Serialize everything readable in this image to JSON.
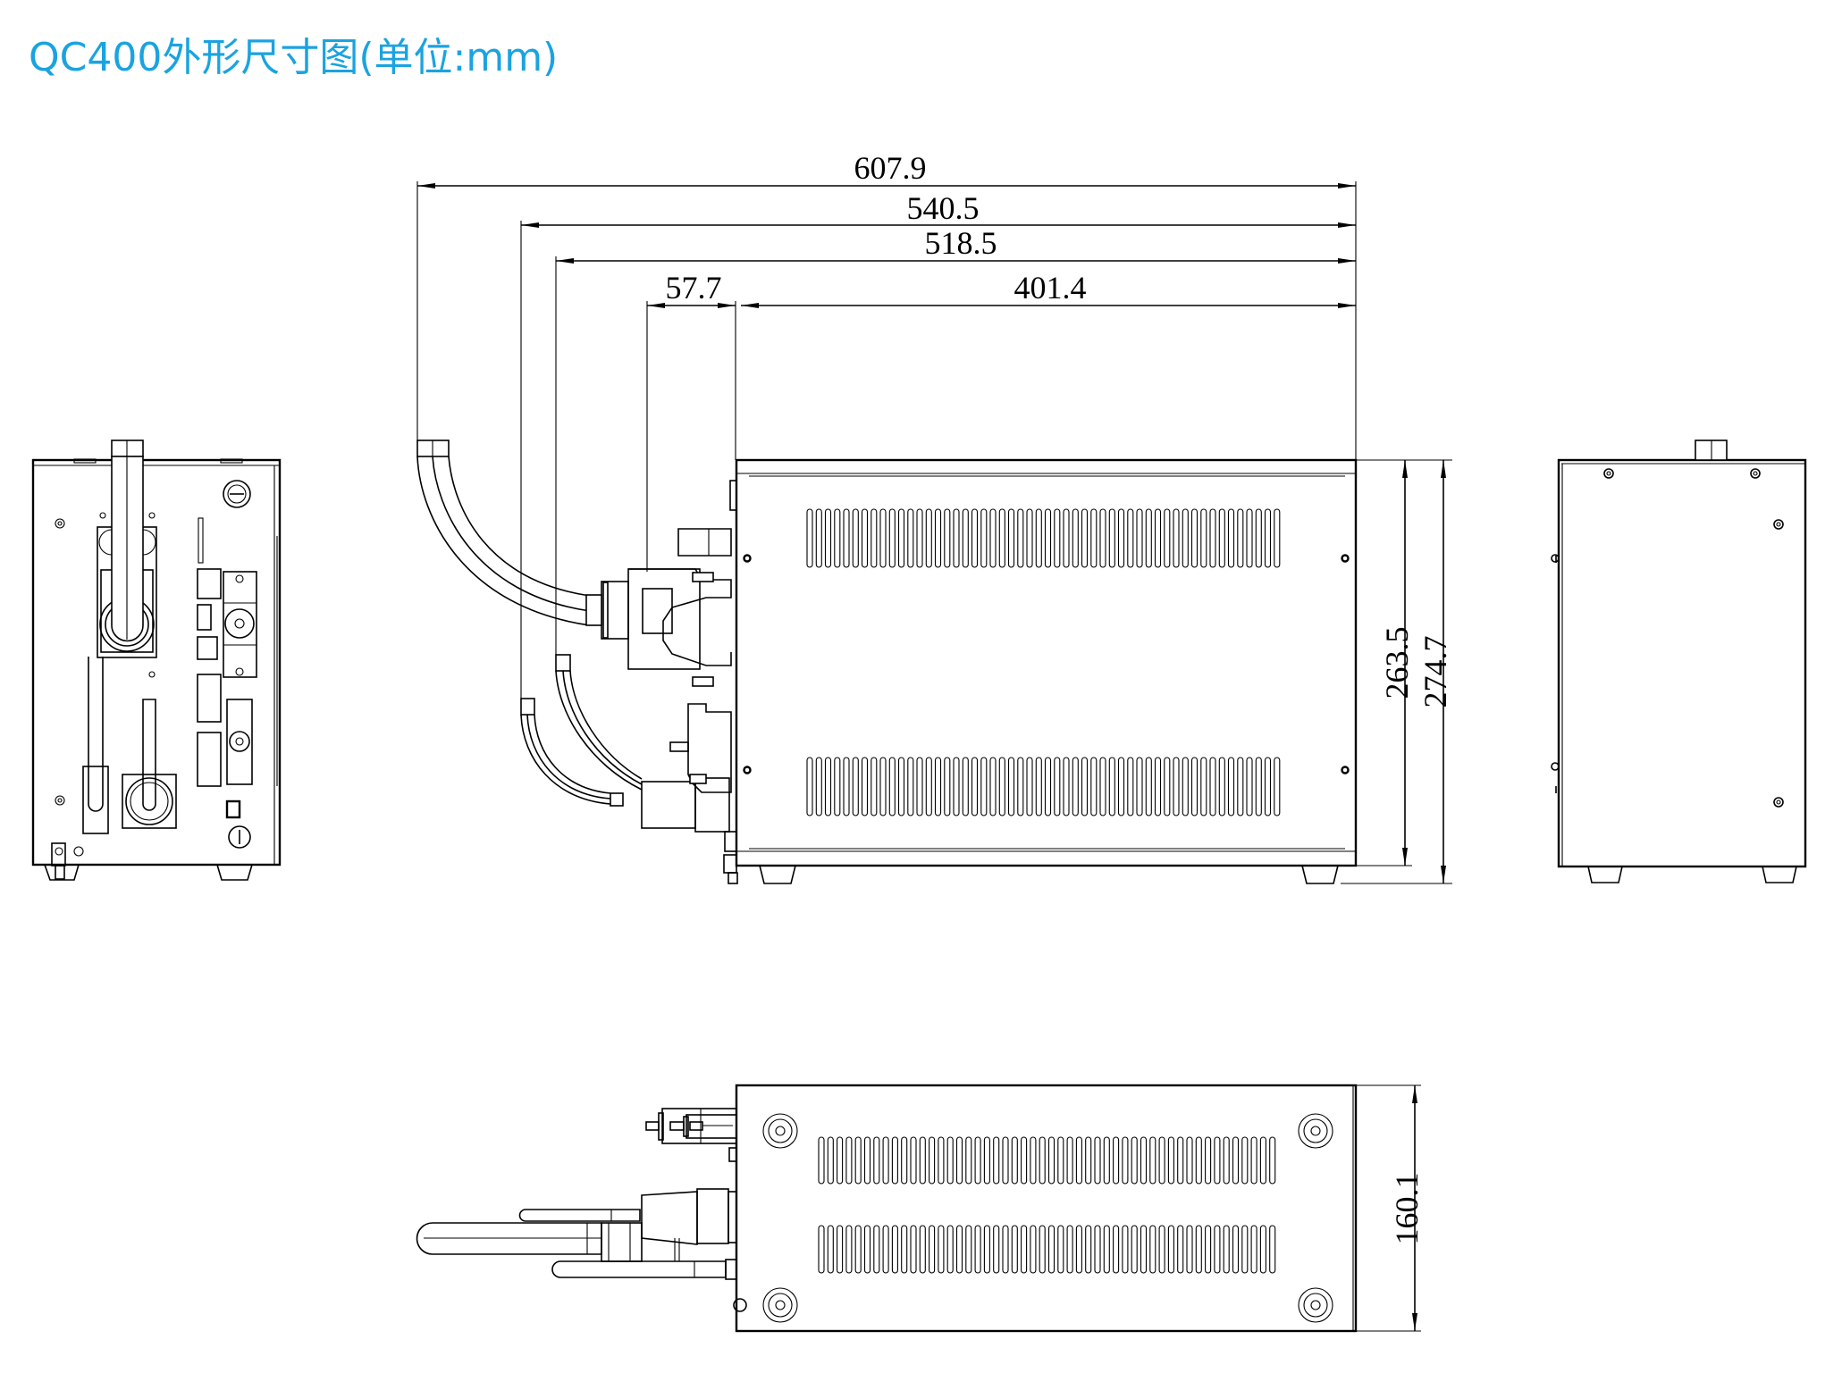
{
  "title": "QC400外形尺寸图(单位:mm)",
  "colors": {
    "title": "#1AA3E0",
    "line": "#000000",
    "background": "#ffffff"
  },
  "dimensions": {
    "overall_length": "607.9",
    "length_to_rear_gooseneck": "540.5",
    "length_to_front_gooseneck": "518.5",
    "connector_depth": "57.7",
    "body_length": "401.4",
    "body_height": "263.5",
    "overall_height": "274.7",
    "body_width": "160.1"
  },
  "views": [
    "front-view",
    "side-view",
    "rear-view",
    "top-view"
  ]
}
